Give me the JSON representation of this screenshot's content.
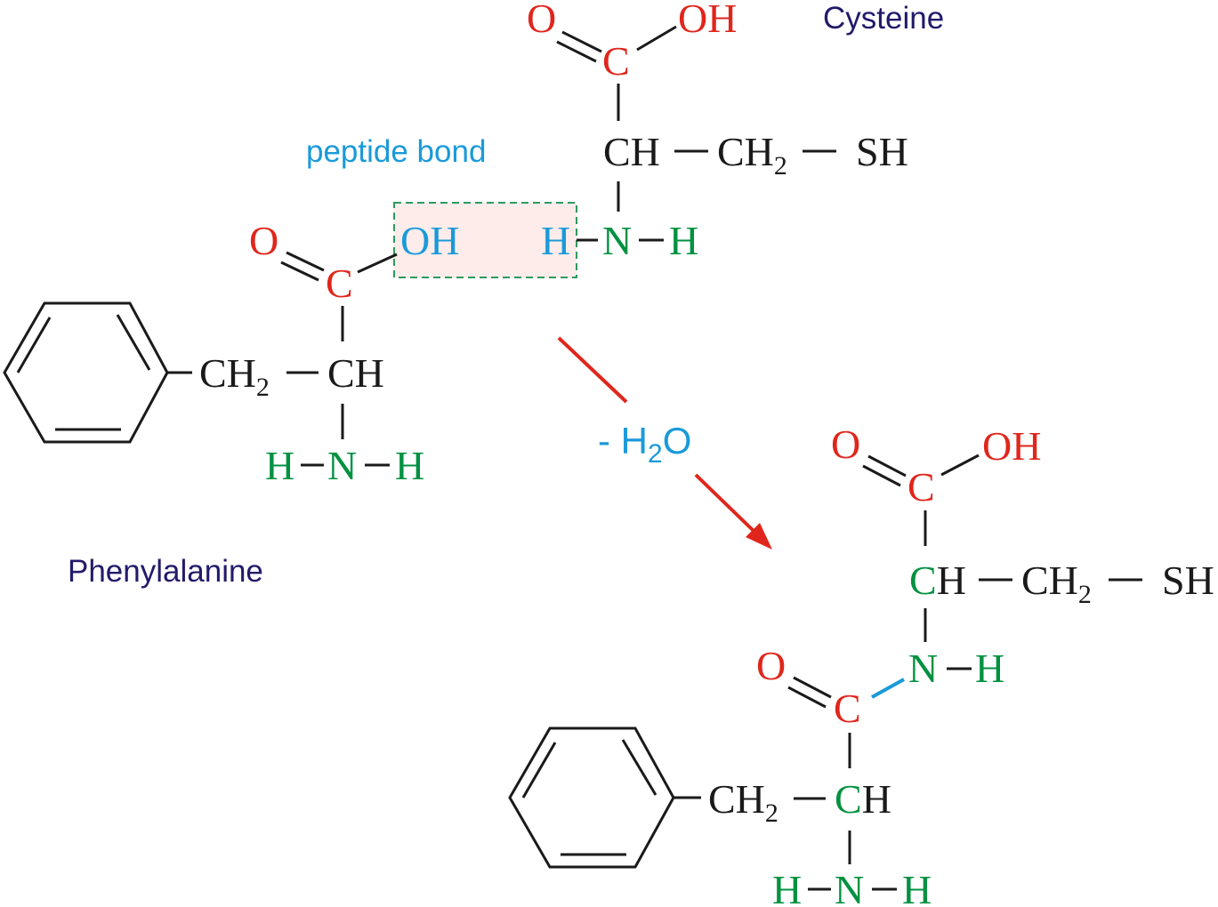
{
  "labels": {
    "cysteine": "Cysteine",
    "phenylalanine": "Phenylalanine",
    "peptide_bond": "peptide bond",
    "water_prefix": "- H",
    "water_sub": "2",
    "water_suffix": "O"
  },
  "atoms": {
    "O": "O",
    "OH": "OH",
    "C": "C",
    "CH": "CH",
    "H": "H",
    "N": "N",
    "SH": "SH",
    "CH2_main": "CH",
    "CH2_sub": "2",
    "CH_C": "C",
    "CH_H": "H"
  },
  "colors": {
    "red": "#e0261c",
    "green": "#009140",
    "blue": "#1a9ad9",
    "navy": "#221b6b",
    "black": "#1a1a1a",
    "box_fill": "#fdecea",
    "box_stroke": "#2e9a5e"
  }
}
